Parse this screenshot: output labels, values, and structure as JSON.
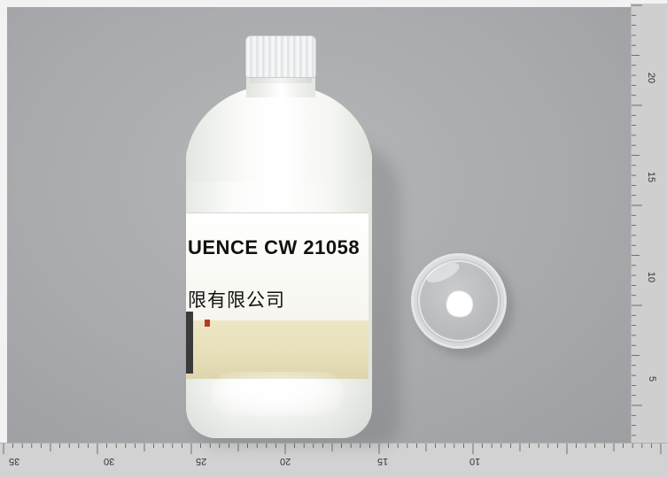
{
  "scene": {
    "background_color": "#a8aaad",
    "ruler_color": "#cfcfcf"
  },
  "bottle": {
    "label_line1": "UENCE CW 21058",
    "label_line2": "限有限公司",
    "cap_color": "#eef0f1",
    "body_color": "#fbfcfa",
    "label_band_color": "#e6dfb8"
  },
  "ruler_bottom": {
    "labels": [
      "35",
      "30",
      "25",
      "20",
      "15",
      "10"
    ]
  },
  "ruler_right": {
    "labels": [
      "20",
      "15",
      "10",
      "5"
    ]
  },
  "dish": {
    "sample_color": "#ffffff"
  }
}
